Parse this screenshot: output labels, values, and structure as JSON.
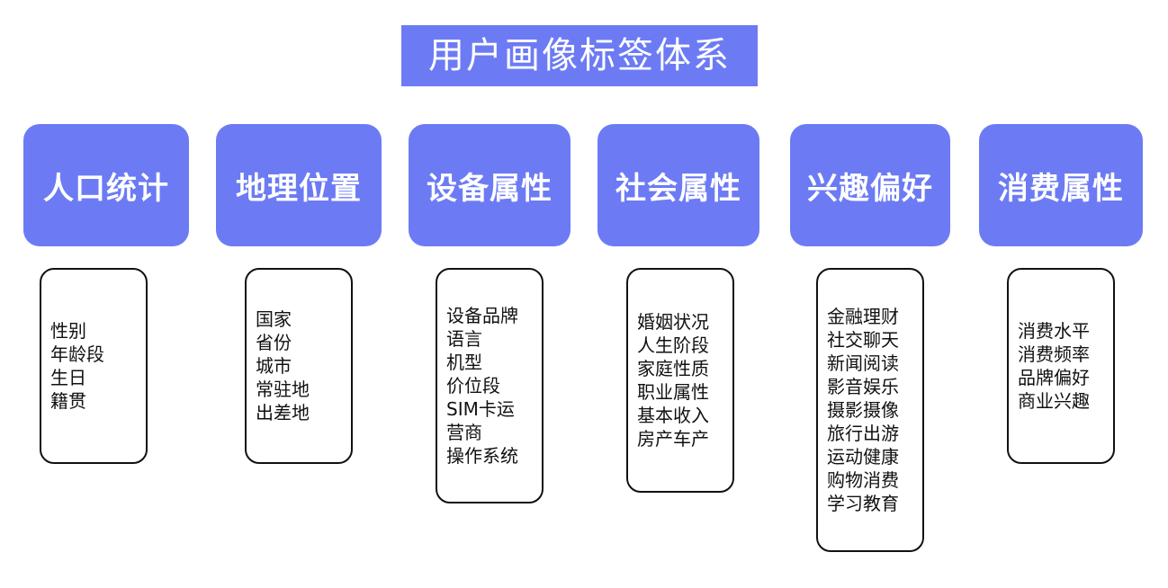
{
  "title": "用户画像标签体系",
  "categories": [
    {
      "label": "人口统计",
      "items": [
        "性别",
        "年龄段",
        "生日",
        "籍贯"
      ]
    },
    {
      "label": "地理位置",
      "items": [
        "国家",
        "省份",
        "城市",
        "常驻地",
        "出差地"
      ]
    },
    {
      "label": "设备属性",
      "items": [
        "设备品牌",
        "语言",
        "机型",
        "价位段",
        "SIM卡运",
        "营商",
        "操作系统"
      ]
    },
    {
      "label": "社会属性",
      "items": [
        "婚姻状况",
        "人生阶段",
        "家庭性质",
        "职业属性",
        "基本收入",
        "房产车产"
      ]
    },
    {
      "label": "兴趣偏好",
      "items": [
        "金融理财",
        "社交聊天",
        "新闻阅读",
        "影音娱乐",
        "摄影摄像",
        "旅行出游",
        "运动健康",
        "购物消费",
        "学习教育"
      ]
    },
    {
      "label": "消费属性",
      "items": [
        "消费水平",
        "消费频率",
        "品牌偏好",
        "商业兴趣"
      ]
    }
  ],
  "colors": {
    "accent": "#6c7bf4",
    "border": "#111111"
  }
}
